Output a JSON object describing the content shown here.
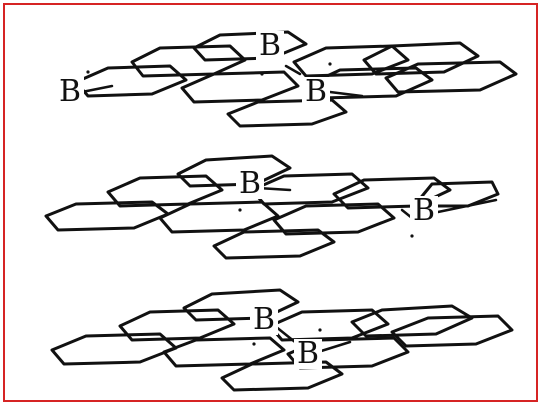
{
  "frame": {
    "border_color": "#d62424"
  },
  "layer_1": {
    "atoms": [
      "B",
      "B",
      "B"
    ]
  },
  "layer_2": {
    "atoms": [
      "B",
      "B"
    ]
  },
  "layer_3": {
    "atoms": [
      "B",
      "B"
    ]
  }
}
